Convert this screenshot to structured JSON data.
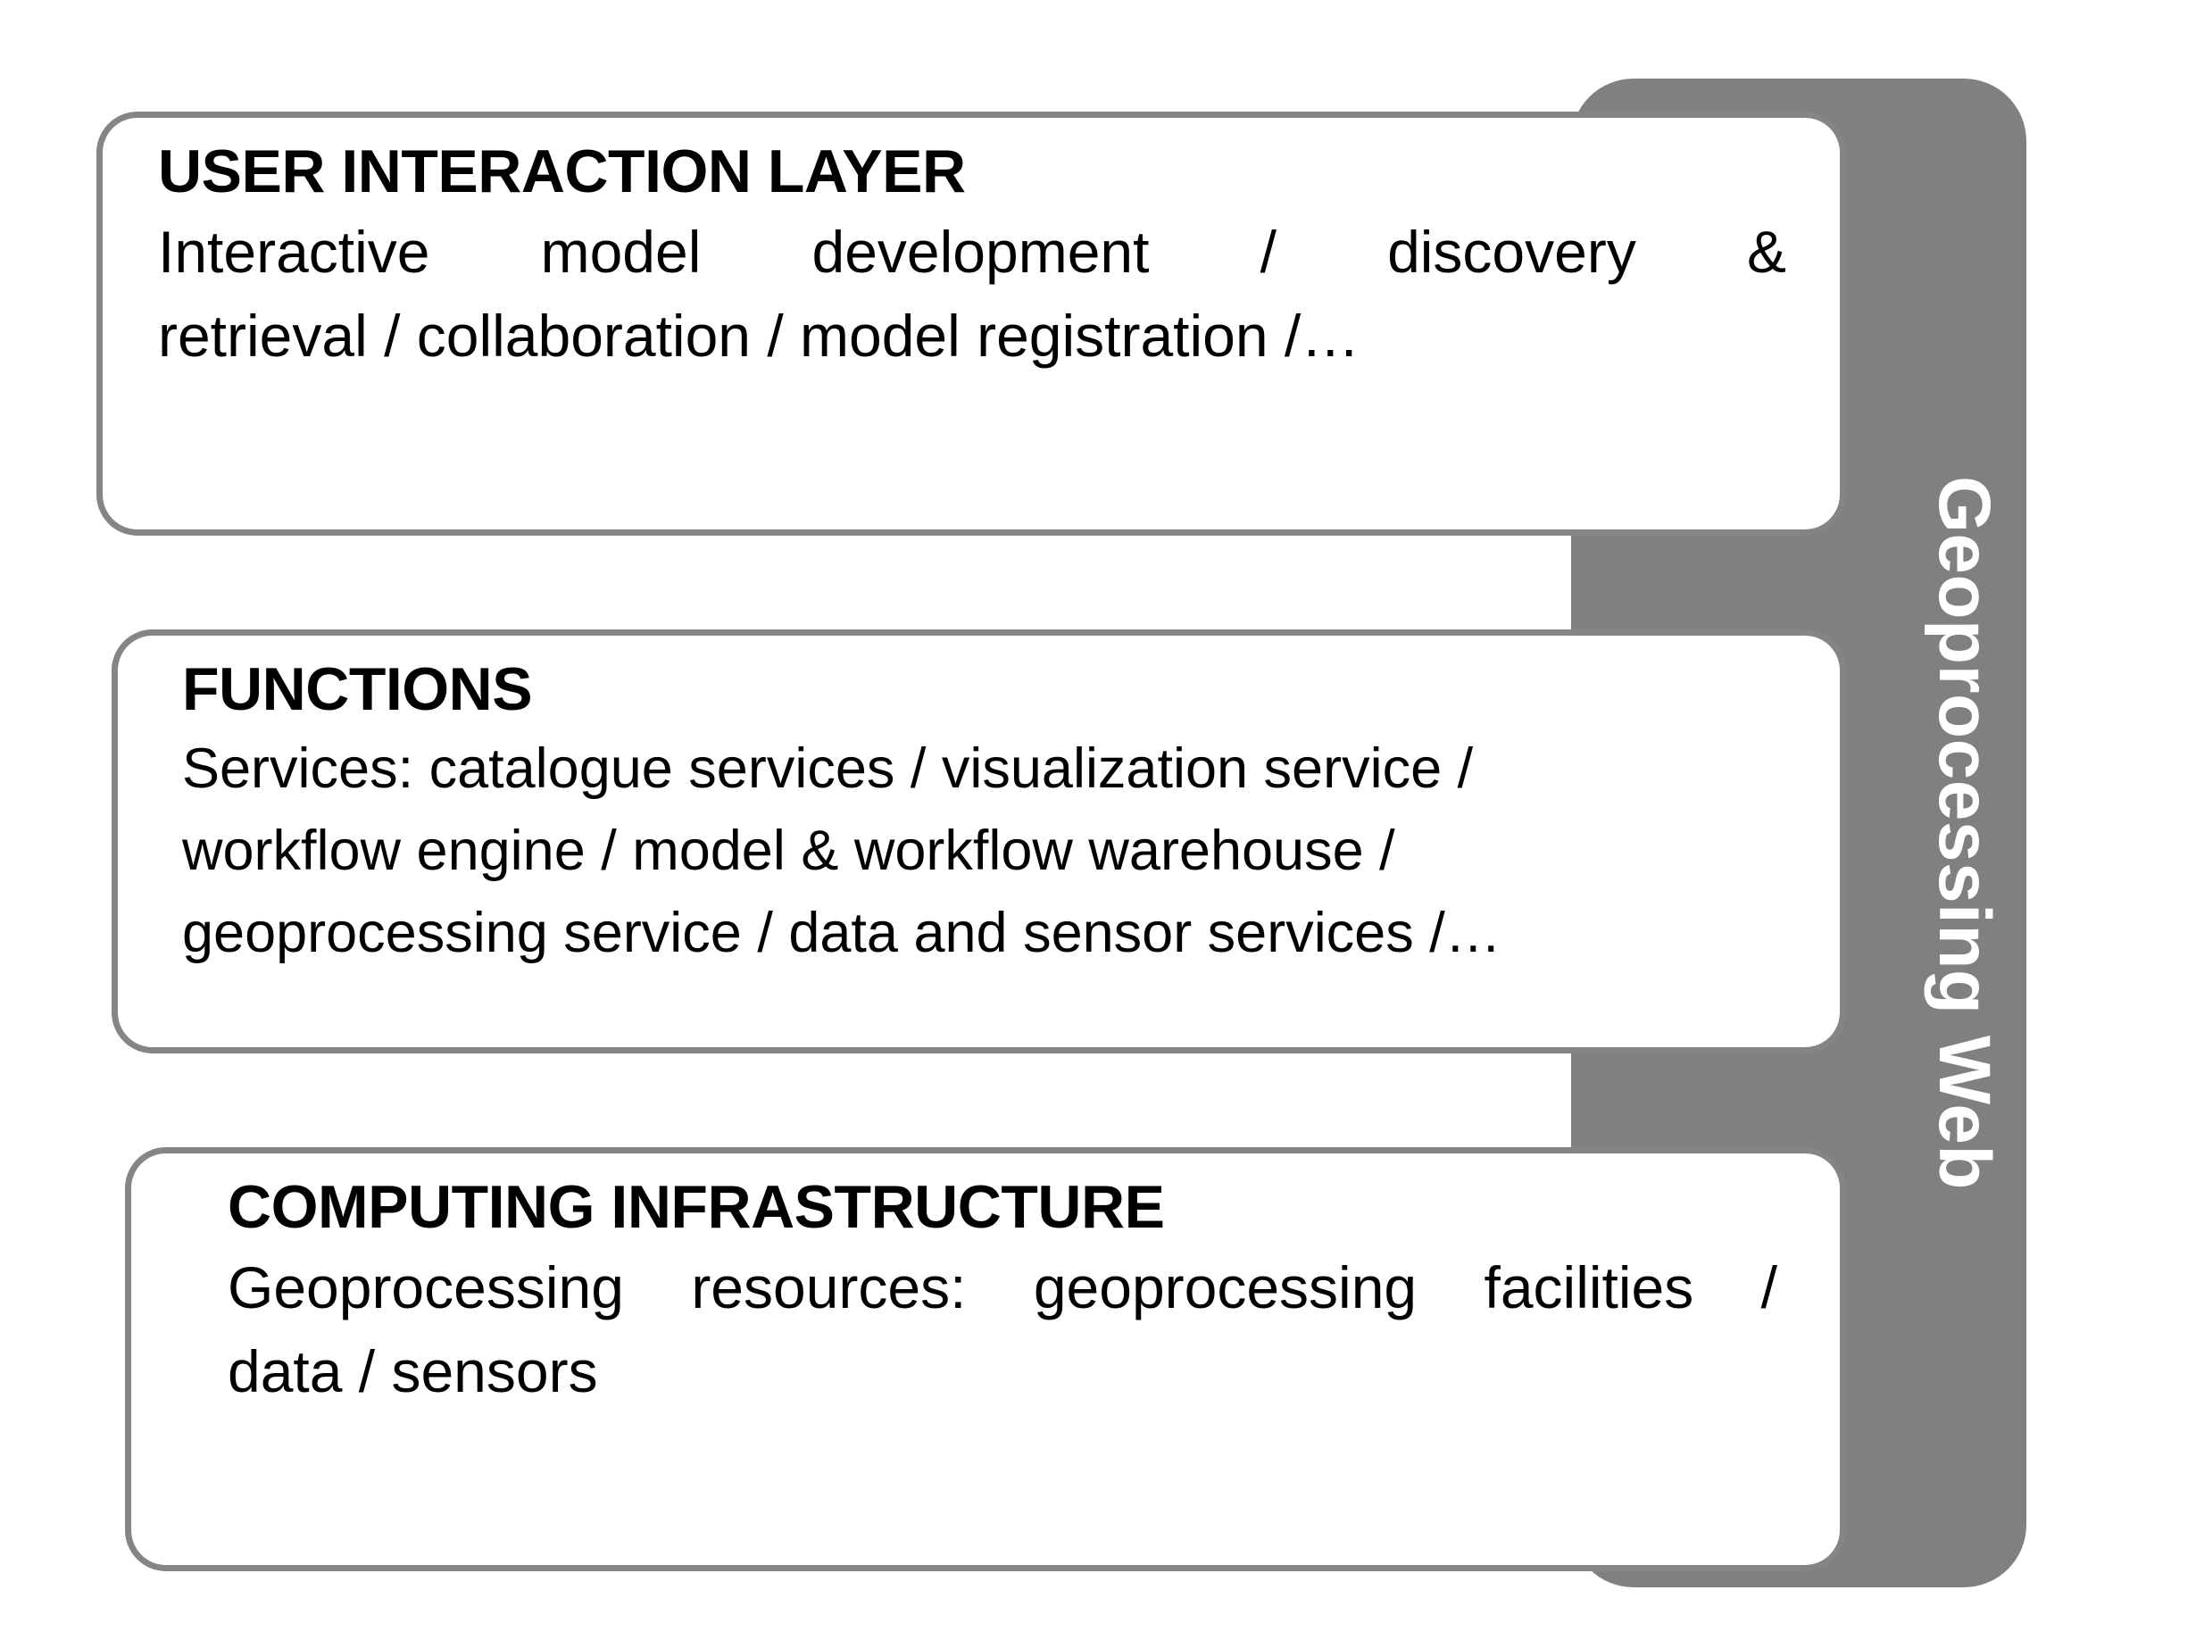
{
  "figure": {
    "title": "Geoprocessing Web layered architecture",
    "colors": {
      "panel_gray": "#808080",
      "box_border_gray": "#858585",
      "box_fill": "#ffffff",
      "text": "#000000",
      "panel_label_text": "#ffffff"
    }
  },
  "panel": {
    "label": "Geoprocessing Web"
  },
  "layers": [
    {
      "id": "user-interaction-layer",
      "title": "USER INTERACTION LAYER",
      "body_lines": [
        "Interactive model development / discovery &",
        "retrieval / collaboration / model registration /…"
      ],
      "body_text": "Interactive model development / discovery & retrieval / collaboration / model registration /…"
    },
    {
      "id": "functions",
      "title": "FUNCTIONS",
      "body_lines": [
        "Services: catalogue services / visualization service /",
        "workflow engine / model & workflow warehouse /",
        "geoprocessing service / data and sensor services /…"
      ],
      "body_text": "Services: catalogue services / visualization service / workflow engine / model & workflow warehouse / geoprocessing service / data and sensor services /…"
    },
    {
      "id": "computing-infrastructure",
      "title": "COMPUTING INFRASTRUCTURE",
      "body_lines": [
        "Geoprocessing resources: geoprocessing facilities /",
        "data / sensors"
      ],
      "body_text": "Geoprocessing resources: geoprocessing facilities / data / sensors"
    }
  ]
}
